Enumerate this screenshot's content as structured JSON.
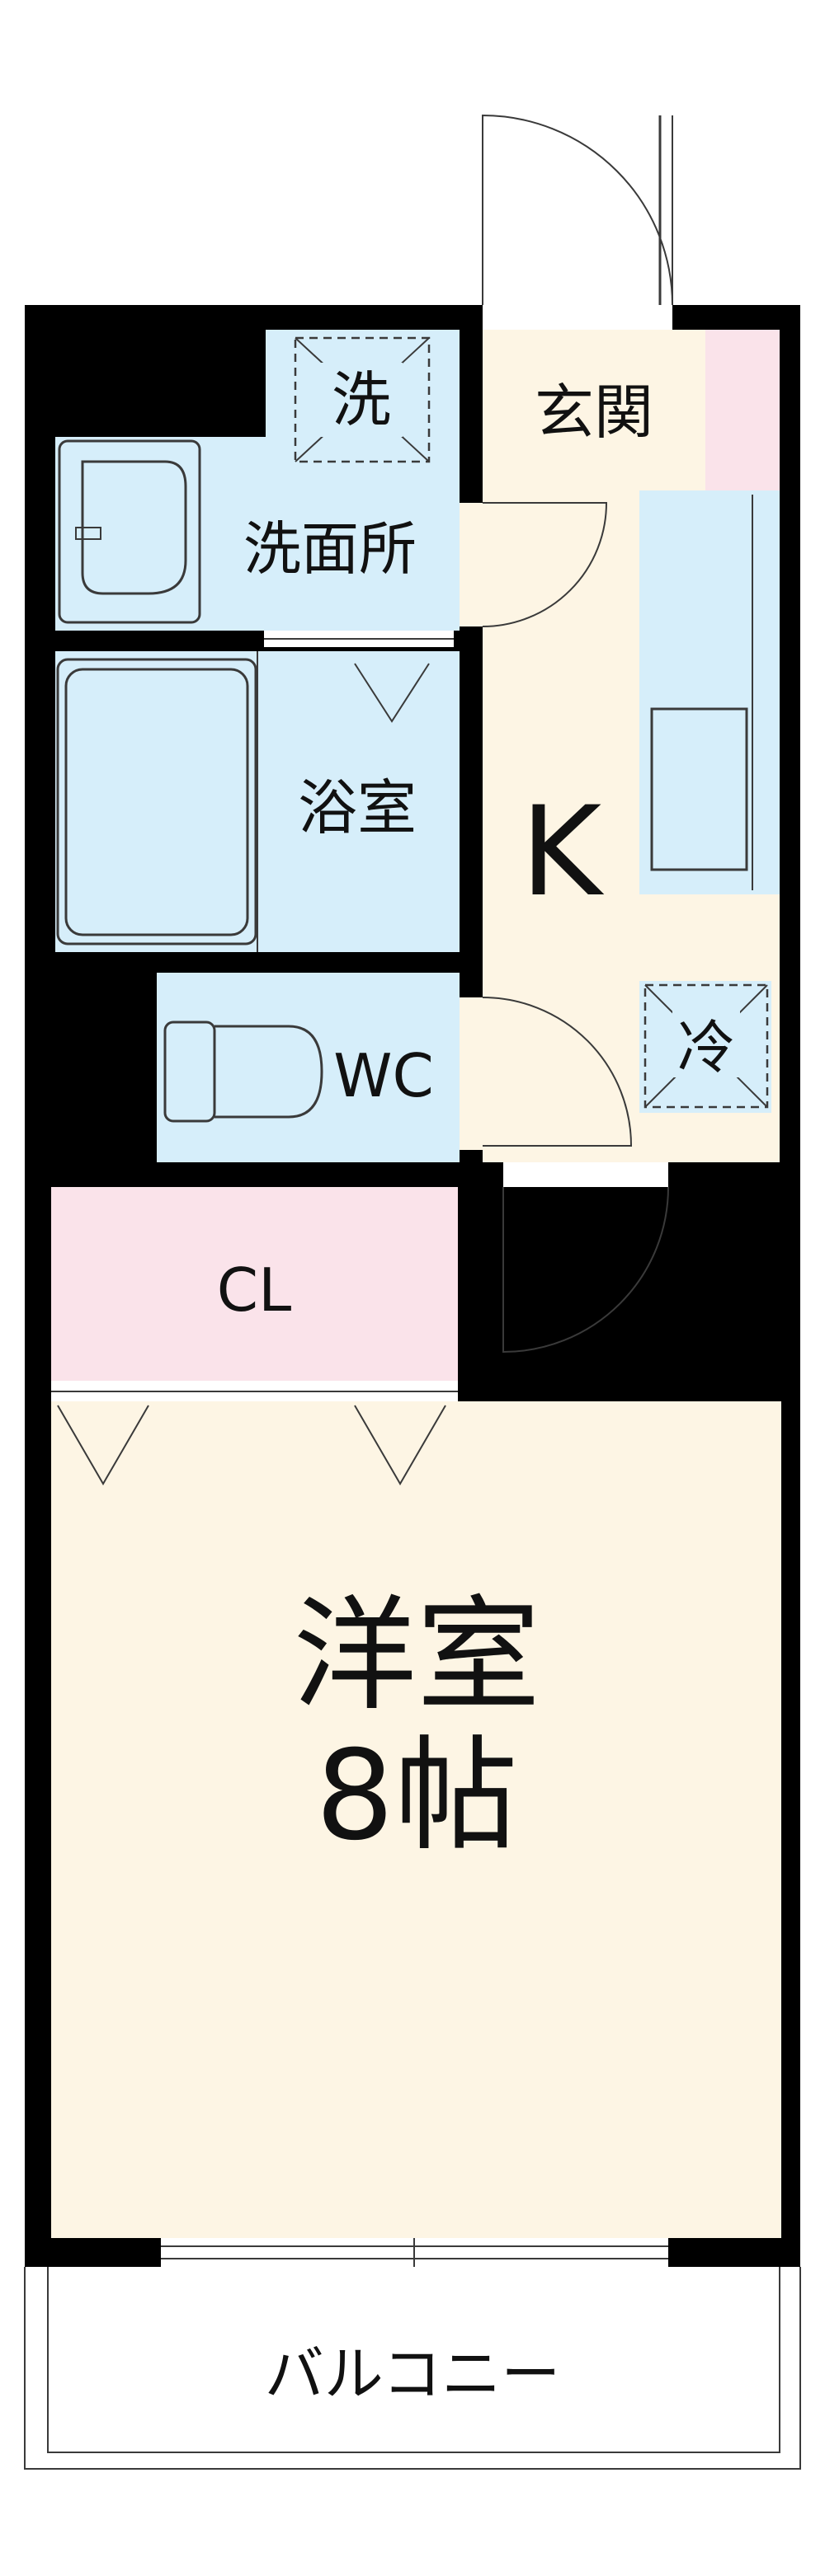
{
  "colors": {
    "wall": "#000000",
    "wet_area": "#d6eefa",
    "floor": "#fdf5e4",
    "closet": "#fae3ea",
    "balcony": "#ffffff",
    "fixture_stroke": "#3a3a3a"
  },
  "rooms": {
    "laundry": "洗",
    "washroom": "洗面所",
    "entrance": "玄関",
    "bath": "浴室",
    "kitchen": "K",
    "refrigerator": "冷",
    "toilet": "WC",
    "closet": "CL",
    "western_room_name": "洋室",
    "western_room_size": "8帖",
    "balcony": "バルコニー"
  }
}
